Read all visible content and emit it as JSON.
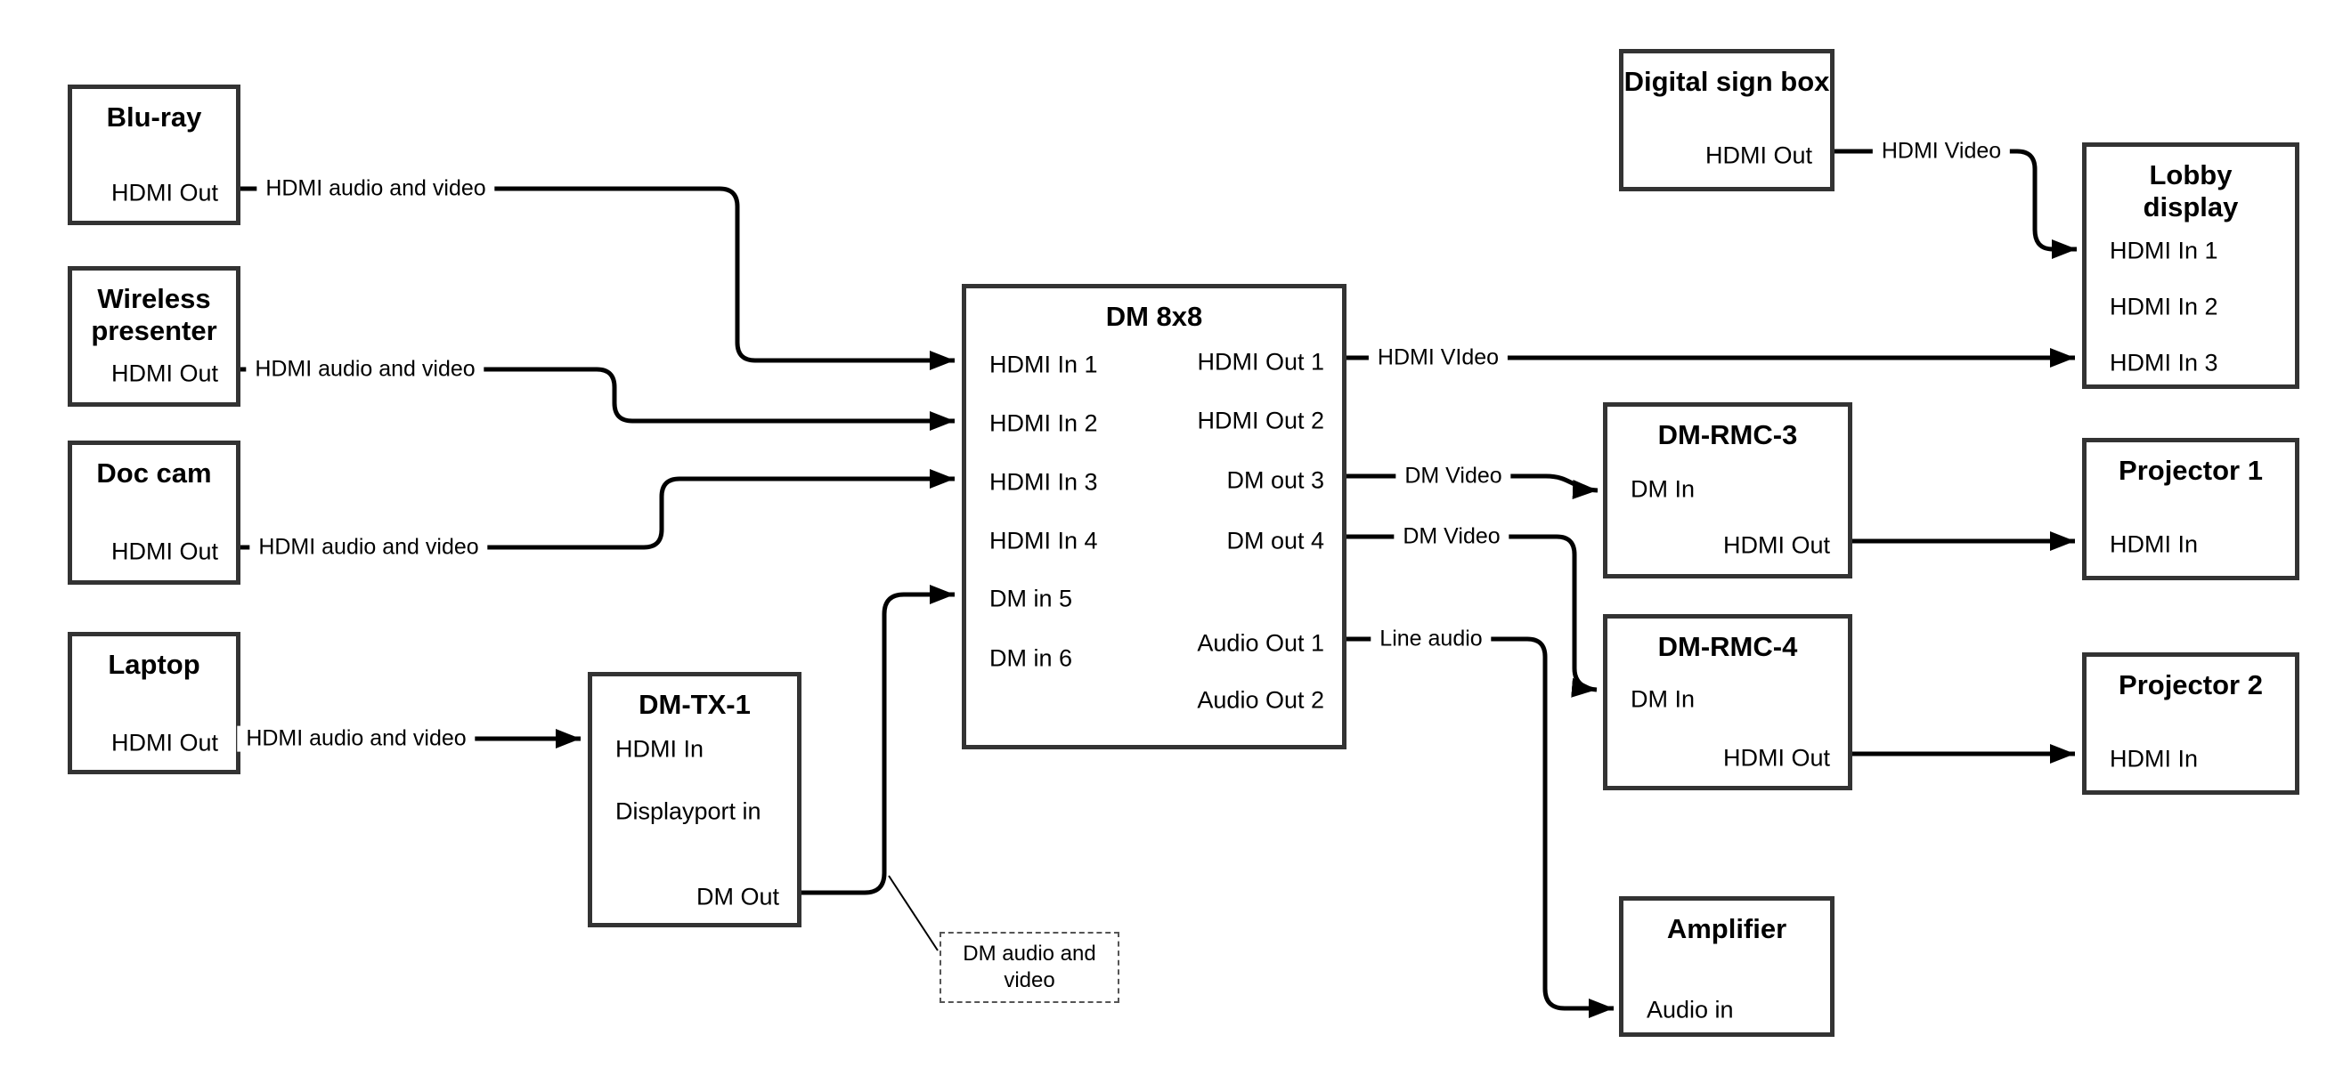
{
  "colors": {
    "line": "#000000",
    "box_border": "#333333",
    "background": "#ffffff",
    "text": "#000000"
  },
  "nodes": {
    "bluray": {
      "title": "Blu-ray",
      "port_hdmi_out": "HDMI Out"
    },
    "wireless_presenter": {
      "title": "Wireless presenter",
      "port_hdmi_out": "HDMI Out"
    },
    "doc_cam": {
      "title": "Doc cam",
      "port_hdmi_out": "HDMI Out"
    },
    "laptop": {
      "title": "Laptop",
      "port_hdmi_out": "HDMI Out"
    },
    "dm_tx_1": {
      "title": "DM-TX-1",
      "ports": [
        "HDMI In",
        "Displayport in",
        "DM Out"
      ]
    },
    "dm_8x8": {
      "title": "DM 8x8",
      "ports_left": [
        "HDMI In 1",
        "HDMI In 2",
        "HDMI In 3",
        "HDMI In 4",
        "DM in 5",
        "DM in 6"
      ],
      "ports_right": [
        "HDMI Out 1",
        "HDMI Out 2",
        "DM out 3",
        "DM out 4",
        "Audio Out 1",
        "Audio Out 2"
      ]
    },
    "digital_sign_box": {
      "title": "Digital sign box",
      "port_hdmi_out": "HDMI Out"
    },
    "lobby_display": {
      "title": "Lobby display",
      "ports": [
        "HDMI In 1",
        "HDMI In 2",
        "HDMI In 3"
      ]
    },
    "dm_rmc_3": {
      "title": "DM-RMC-3",
      "ports": [
        "DM In",
        "HDMI Out"
      ]
    },
    "projector_1": {
      "title": "Projector 1",
      "port_hdmi_in": "HDMI In"
    },
    "dm_rmc_4": {
      "title": "DM-RMC-4",
      "ports": [
        "DM In",
        "HDMI Out"
      ]
    },
    "projector_2": {
      "title": "Projector 2",
      "port_hdmi_in": "HDMI In"
    },
    "amplifier": {
      "title": "Amplifier",
      "port_audio_in": "Audio in"
    }
  },
  "wire_labels": {
    "bluray_to_dm8x8": "HDMI audio and video",
    "wireless_to_dm8x8": "HDMI audio and video",
    "doccam_to_dm8x8": "HDMI audio and video",
    "laptop_to_dmtx1": "HDMI audio and video",
    "hdmi_out1_to_lobby": "HDMI VIdeo",
    "dm_out3_to_rmc3": "DM Video",
    "dm_out4_to_rmc4": "DM Video",
    "audio_out1_to_amp": "Line audio",
    "signbox_to_lobby": "HDMI Video"
  },
  "annotation": {
    "dm_audio_video": "DM audio and video"
  }
}
